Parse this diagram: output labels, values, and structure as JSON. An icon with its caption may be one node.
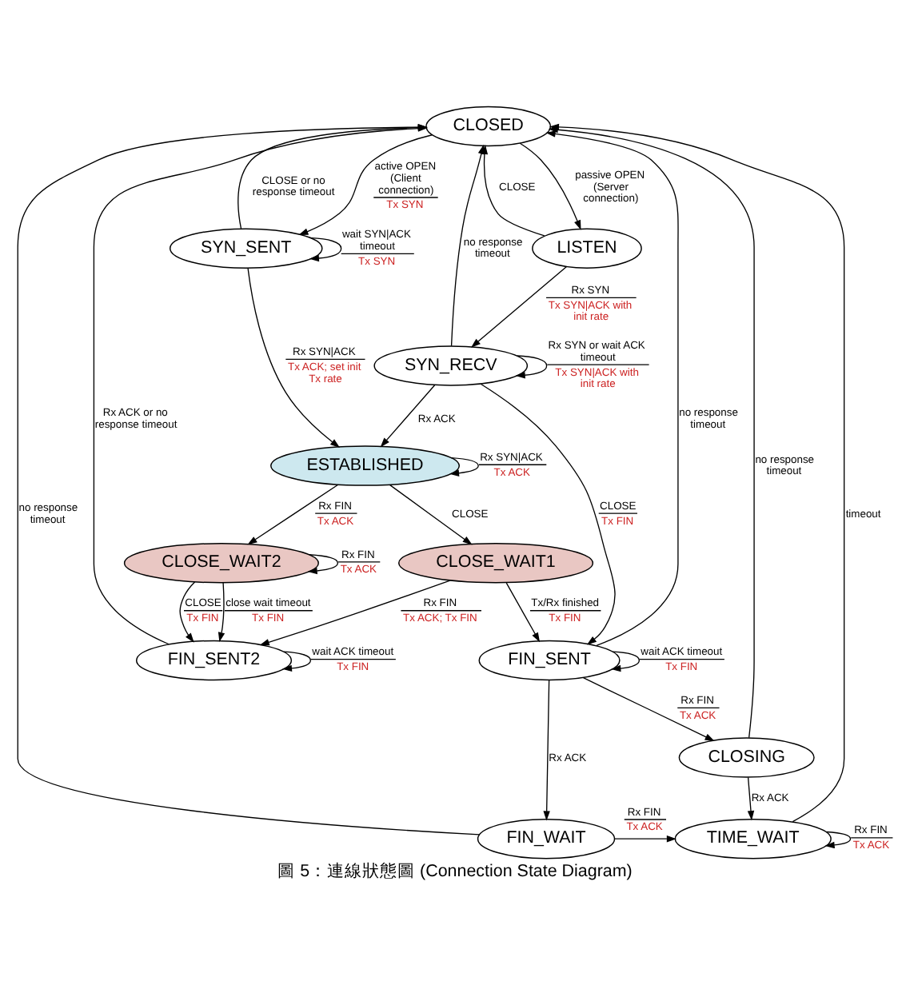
{
  "diagram": {
    "caption": "圖 5：連線狀態圖 (Connection State Diagram)",
    "nodes": [
      {
        "text": [
          "CLOSED"
        ]
      },
      {
        "text": [
          "LISTEN"
        ]
      },
      {
        "text": [
          "SYN_SENT"
        ]
      },
      {
        "text": [
          "SYN_RECV"
        ]
      },
      {
        "text": [
          "ESTABLISHED"
        ]
      },
      {
        "text": [
          "CLOSE_WAIT1"
        ]
      },
      {
        "text": [
          "CLOSE_WAIT2"
        ]
      },
      {
        "text": [
          "FIN_SENT"
        ]
      },
      {
        "text": [
          "CLOSING"
        ]
      },
      {
        "text": [
          "FIN_SENT2"
        ]
      },
      {
        "text": [
          "FIN_WAIT"
        ]
      },
      {
        "text": [
          "TIME_WAIT"
        ]
      }
    ],
    "edges": [
      {
        "from": 0,
        "to": 1,
        "arrow": "to",
        "label": "passive OPEN (Server connection)"
      },
      {
        "from": 1,
        "to": 0,
        "arrow": "to",
        "label": "CLOSE"
      },
      {
        "from": 0,
        "to": 2,
        "arrow": "to",
        "label": [
          "active OPEN (Client connection)",
          "Tx SYN"
        ]
      },
      {
        "from": 1,
        "to": 3,
        "arrow": "to",
        "label": [
          "Rx SYN",
          "Tx SYN|ACK with init rate"
        ]
      },
      {
        "from": 3,
        "to": 0,
        "arrow": "to",
        "label": "no response timeout"
      },
      {
        "from": 2,
        "to": 2,
        "arrow": "to",
        "label": [
          "wait SYN|ACK timeout",
          "Tx SYN"
        ]
      },
      {
        "from": 3,
        "to": 3,
        "arrow": "to",
        "label": [
          "Rx SYN or wait ACK timeout",
          "Tx SYN|ACK with init rate"
        ]
      },
      {
        "from": 4,
        "to": 4,
        "arrow": "to",
        "label": [
          "Rx SYN|ACK",
          "Tx ACK"
        ]
      },
      {
        "from": 3,
        "to": 4,
        "arrow": "to",
        "label": "Rx ACK"
      },
      {
        "from": 2,
        "to": 4,
        "arrow": "to",
        "label": [
          "Rx SYN|ACK",
          "Tx ACK; set init Tx rate"
        ]
      },
      {
        "from": 2,
        "to": 0,
        "arrow": "to",
        "label": "CLOSE or no response timeout"
      },
      {
        "from": 3,
        "to": 7,
        "arrow": "to",
        "label": [
          "CLOSE",
          "Tx FIN"
        ]
      },
      {
        "from": 4,
        "to": 5,
        "arrow": "to",
        "label": "CLOSE"
      },
      {
        "from": 4,
        "to": 6,
        "arrow": "to",
        "label": [
          "Rx FIN",
          "Tx ACK"
        ]
      },
      {
        "from": 5,
        "to": 7,
        "arrow": "to",
        "label": [
          "Tx/Rx finished",
          "Tx FIN"
        ]
      },
      {
        "from": 5,
        "to": 9,
        "arrow": "to",
        "label": [
          "Rx FIN",
          "Tx ACK; Tx FIN"
        ]
      },
      {
        "from": 6,
        "to": 6,
        "arrow": "to",
        "label": [
          "Rx FIN",
          "Tx ACK"
        ]
      },
      {
        "from": 6,
        "to": 9,
        "arrow": "to",
        "label": [
          "CLOSE",
          "Tx FIN"
        ]
      },
      {
        "from": 6,
        "to": 9,
        "arrow": "to",
        "label": [
          "close wait timeout",
          "Tx FIN"
        ]
      },
      {
        "from": 9,
        "to": 0,
        "arrow": "to",
        "label": "Rx ACK or no response timeout"
      },
      {
        "from": 7,
        "to": 7,
        "arrow": "to",
        "label": [
          "wait ACK timeout",
          "Tx FIN"
        ]
      },
      {
        "from": 7,
        "to": 0,
        "arrow": "to",
        "label": "no response timeout"
      },
      {
        "from": 9,
        "to": 9,
        "arrow": "to",
        "label": [
          "wait ACK timeout",
          "Tx FIN"
        ]
      },
      {
        "from": 7,
        "to": 8,
        "arrow": "to",
        "label": [
          "Rx FIN",
          "Tx ACK"
        ]
      },
      {
        "from": 7,
        "to": 10,
        "arrow": "to",
        "label": "Rx ACK"
      },
      {
        "from": 8,
        "to": 11,
        "arrow": "to",
        "label": "Rx ACK"
      },
      {
        "from": 8,
        "to": 0,
        "arrow": "to",
        "label": "no response timeout"
      },
      {
        "from": 10,
        "to": 0,
        "arrow": "to",
        "label": "no response timeout"
      },
      {
        "from": 10,
        "to": 11,
        "arrow": "to",
        "label": [
          "Rx FIN",
          "Tx ACK"
        ]
      },
      {
        "from": 11,
        "to": 11,
        "arrow": "to",
        "label": [
          "Rx FIN",
          "Tx ACK"
        ]
      },
      {
        "from": 11,
        "to": 0,
        "arrow": "to",
        "label": "timeout"
      }
    ]
  }
}
